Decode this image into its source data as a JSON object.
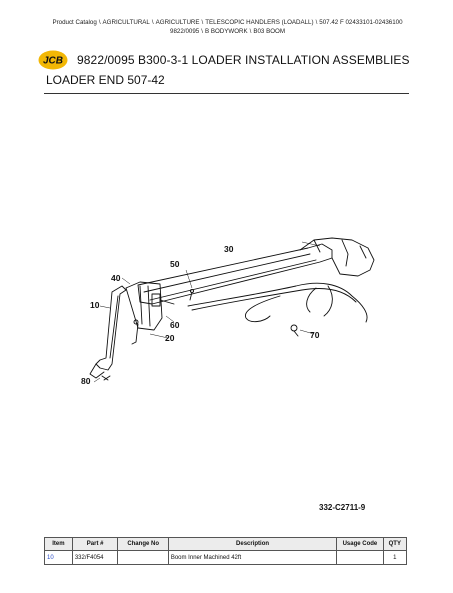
{
  "breadcrumb": {
    "items": [
      "Product Catalog",
      "AGRICULTURAL",
      "AGRICULTURE",
      "TELESCOPIC HANDLERS (LOADALL)",
      "507.42 F 02433101-02436100"
    ],
    "items_line2": [
      "9822/0095",
      "B BODYWORK",
      "B03 BOOM"
    ],
    "separator": "\\"
  },
  "logo": {
    "text": "JCB",
    "icon": "jcb-logo-icon",
    "color": "#f2b705"
  },
  "header": {
    "title": "9822/0095 B300-3-1 LOADER INSTALLATION ASSEMBLIES",
    "subtitle": "LOADER END 507-42"
  },
  "diagram": {
    "callouts": [
      "30",
      "50",
      "40",
      "10",
      "60",
      "20",
      "70",
      "80"
    ],
    "reference_code": "332-C2711-9"
  },
  "parts_table": {
    "columns": [
      "Item",
      "Part #",
      "Change No",
      "Description",
      "Usage Code",
      "QTY"
    ],
    "rows": [
      {
        "item": "10",
        "part": "332/F4054",
        "change_no": "",
        "description": "Boom Inner Machined 42ft",
        "usage_code": "",
        "qty": "1"
      }
    ]
  }
}
